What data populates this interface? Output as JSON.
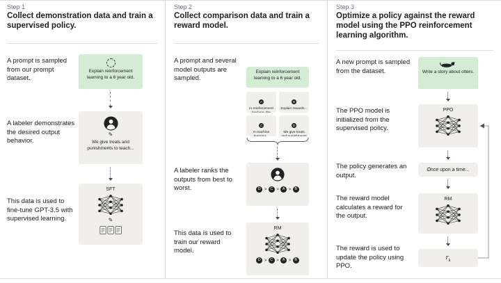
{
  "colors": {
    "green": "#d3ecd3",
    "gray": "#f0efeb",
    "text": "#202123",
    "muted": "#6e6e80",
    "divider": "#dcdce3",
    "arrow": "#8e8ea0"
  },
  "icons": {
    "pencil": "✎",
    "rank_separator": ">"
  },
  "steps": [
    {
      "label": "Step 1",
      "title": "Collect demonstration data and train a supervised policy.",
      "prompt_label": "A prompt is sampled from our prompt dataset.",
      "prompt_text": "Explain reinforcement learning to a 6 year old.",
      "labeler_label": "A labeler demonstrates the desired output behavior.",
      "labeler_text": "We give treats and punishments to teach...",
      "train_label": "This data is used to fine-tune GPT-3.5 with supervised learning.",
      "model_name": "SFT"
    },
    {
      "label": "Step 2",
      "title": "Collect comparison data and train a reward model.",
      "prompt_label": "A prompt and several model outputs are sampled.",
      "prompt_text": "Explain reinforcement learning to a 6 year old.",
      "outputs": [
        {
          "id": "A",
          "text": "In reinforcement learning, the agent is..."
        },
        {
          "id": "B",
          "text": "Explain rewards..."
        },
        {
          "id": "C",
          "text": "In machine learning..."
        },
        {
          "id": "D",
          "text": "We give treats and punishments to teach..."
        }
      ],
      "rank_label": "A labeler ranks the outputs from best to worst.",
      "ranking": [
        "D",
        "C",
        "A",
        "B"
      ],
      "train_label": "This data is used to train our reward model.",
      "model_name": "RM"
    },
    {
      "label": "Step 3",
      "title": "Optimize a policy against the reward model using the PPO reinforcement learning algorithm.",
      "prompt_label": "A new prompt is sampled from the dataset.",
      "prompt_text": "Write a story about otters.",
      "ppo_label": "The PPO model is initialized from the supervised policy.",
      "ppo_name": "PPO",
      "output_label": "The policy generates an output.",
      "output_text": "Once upon a time...",
      "reward_label": "The reward model calculates a reward for the output.",
      "rm_name": "RM",
      "update_label": "The reward is used to update the policy using PPO.",
      "reward_symbol_base": "r",
      "reward_symbol_sub": "k"
    }
  ]
}
